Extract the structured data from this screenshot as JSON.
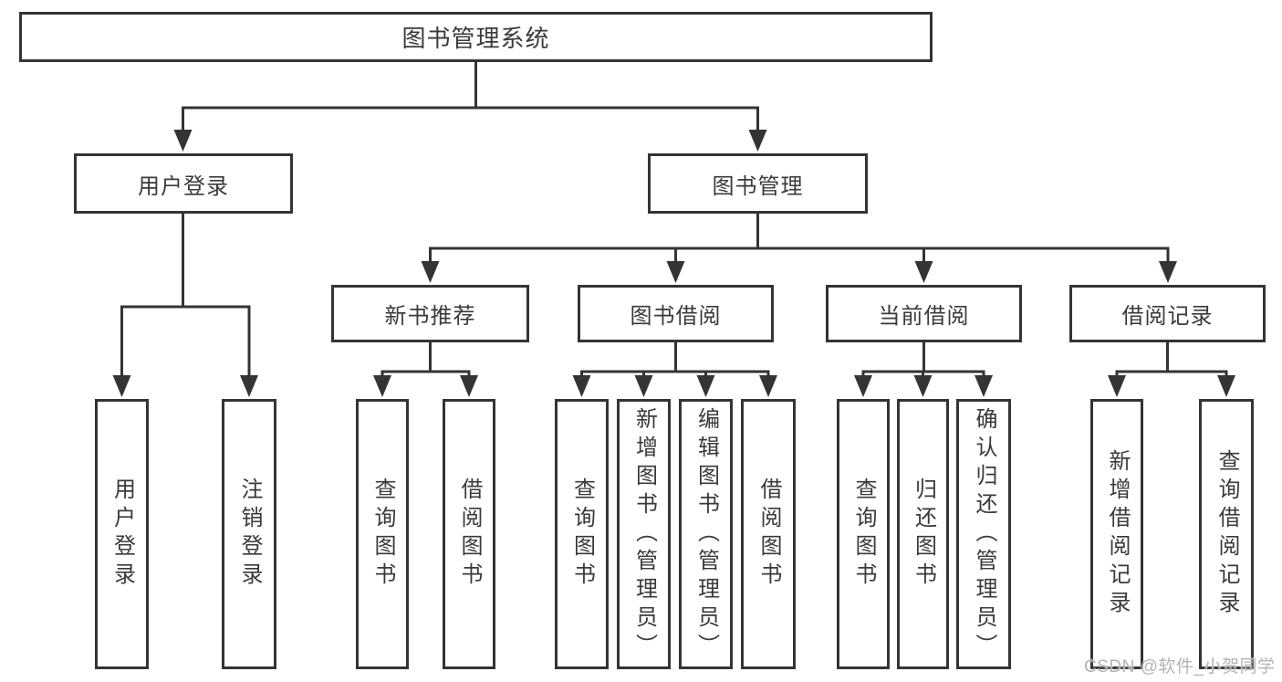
{
  "diagram": {
    "title": "图书管理系统",
    "type": "hierarchy-tree",
    "colors": {
      "line": "#343434",
      "box_border": "#343434",
      "box_fill": "#ffffff",
      "text": "#3a3a3a",
      "watermark_text": "#b3b3b3"
    },
    "tree": {
      "label": "图书管理系统",
      "children": [
        {
          "label": "用户登录",
          "children": [
            {
              "label": "用户登录"
            },
            {
              "label": "注销登录"
            }
          ]
        },
        {
          "label": "图书管理",
          "children": [
            {
              "label": "新书推荐",
              "children": [
                {
                  "label": "查询图书"
                },
                {
                  "label": "借阅图书"
                }
              ]
            },
            {
              "label": "图书借阅",
              "children": [
                {
                  "label": "查询图书"
                },
                {
                  "label": "新增图书（管理员）"
                },
                {
                  "label": "编辑图书（管理员）"
                },
                {
                  "label": "借阅图书"
                }
              ]
            },
            {
              "label": "当前借阅",
              "children": [
                {
                  "label": "查询图书"
                },
                {
                  "label": "归还图书"
                },
                {
                  "label": "确认归还（管理员）"
                }
              ]
            },
            {
              "label": "借阅记录",
              "children": [
                {
                  "label": "新增借阅记录"
                },
                {
                  "label": "查询借阅记录"
                }
              ]
            }
          ]
        }
      ]
    }
  },
  "watermark": {
    "text": "CSDN @软件_小贺同学"
  }
}
